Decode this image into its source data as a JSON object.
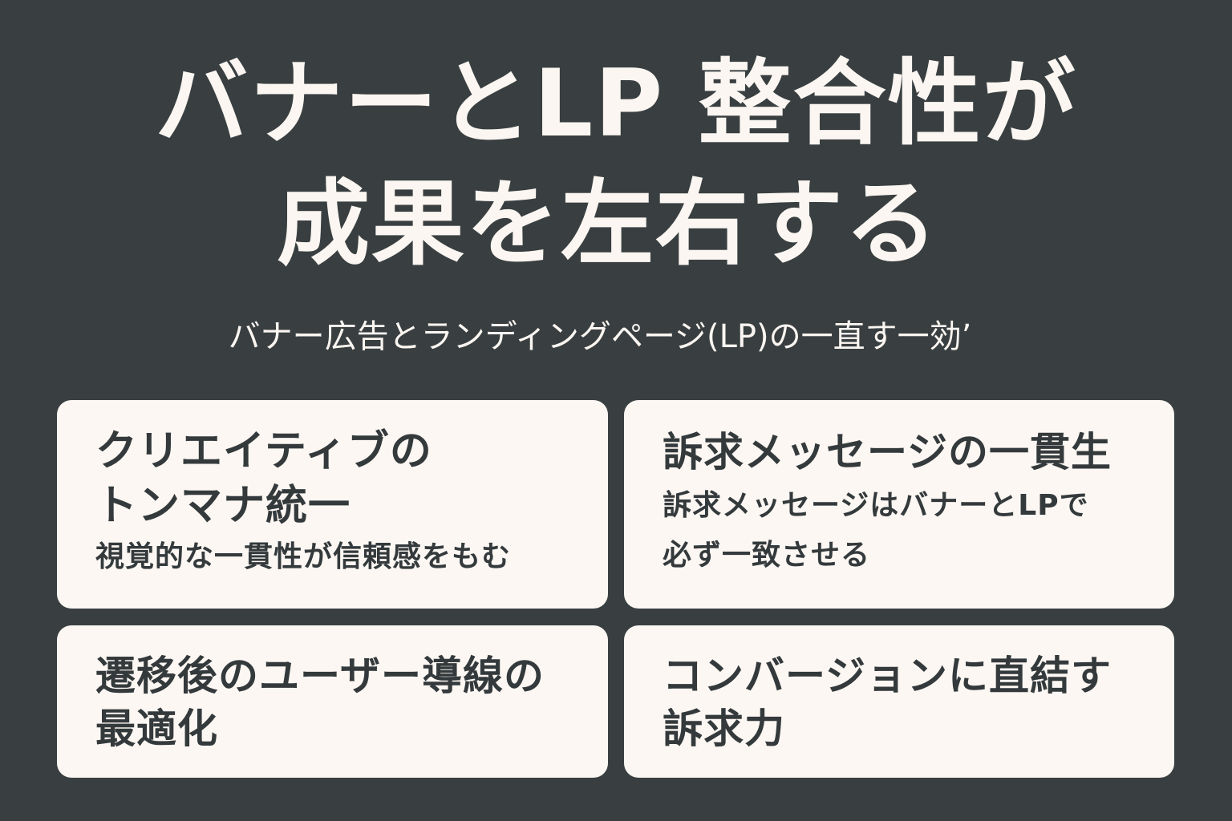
{
  "header": {
    "title_line1": "バナーとLP 整合性が",
    "title_line2": "成果を左右する",
    "subtitle": "バナー広告とランディングページ(LP)の一直す一効’"
  },
  "cards": [
    {
      "title_line1": "クリエイティブの",
      "title_line2": "トンマナ統一",
      "description": "視覚的な一貫性が信頼感をもむ"
    },
    {
      "title_line1": "訴求メッセージの一貫生",
      "description_line1": "訴求メッセージはバナーとLPで",
      "description_line2": "必ず一致させる"
    },
    {
      "title_line1": "遷移後のユーザー導線の",
      "title_line2": "最適化"
    },
    {
      "title_line1": "コンバージョンに直結す",
      "title_line2": "訴求力"
    }
  ],
  "colors": {
    "background": "#393f41",
    "card_background": "#fcf7f3",
    "heading_text": "#fbf6f1",
    "card_text": "#343a3c"
  }
}
